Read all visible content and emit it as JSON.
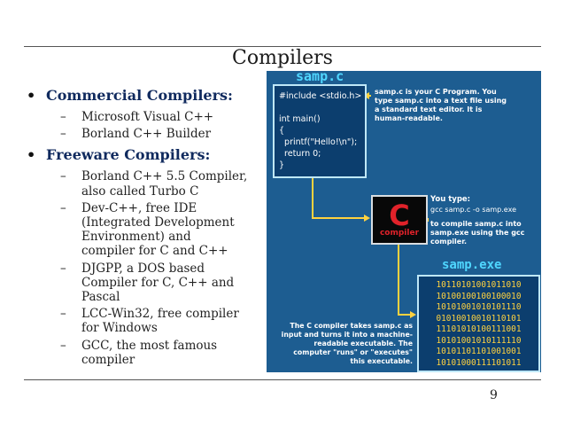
{
  "slide": {
    "title": "Compilers",
    "page_number": "9"
  },
  "bullets": [
    {
      "label": "Commercial Compilers:",
      "subitems": [
        "Microsoft Visual C++",
        "Borland C++ Builder"
      ]
    },
    {
      "label": "Freeware Compilers:",
      "subitems": [
        "Borland C++ 5.5 Compiler, also called Turbo C",
        "Dev-C++, free IDE (Integrated Development Environment) and compiler for C and C++",
        "DJGPP, a DOS based Compiler for C, C++ and Pascal",
        "LCC-Win32, free compiler for Windows",
        "GCC, the most famous compiler"
      ]
    }
  ],
  "diagram": {
    "source_label": "samp.c",
    "code_lines": [
      "#include <stdio.h>",
      "",
      "int main()",
      "{",
      "  printf(\"Hello!\\n\");",
      "  return 0;",
      "}"
    ],
    "source_desc": "samp.c is your C Program. You type samp.c into a text file using a standard text editor. It is human-readable.",
    "compiler_letter": "C",
    "compiler_word": "compiler",
    "you_type_title": "You type:",
    "gcc_command": "gcc samp.c -o samp.exe",
    "compile_desc": "to compile samp.c into samp.exe using the gcc compiler.",
    "exe_label": "samp.exe",
    "binary_lines": [
      "10110101001011010",
      "10100100100100010",
      "10101001010101110",
      "01010010010110101",
      "11101010100111001",
      "10101001010111110",
      "10101101101001001",
      "10101000111101011"
    ],
    "compiler_desc": "The C compiler takes samp.c as input and turns it into a machine-readable executable. The computer \"runs\" or \"executes\" this executable.",
    "colors": {
      "background": "#1d5d91",
      "box": "#0c3e6e",
      "cyan": "#4fd6ff",
      "binary": "#ffd23f",
      "compiler_red": "#e0222a"
    }
  }
}
